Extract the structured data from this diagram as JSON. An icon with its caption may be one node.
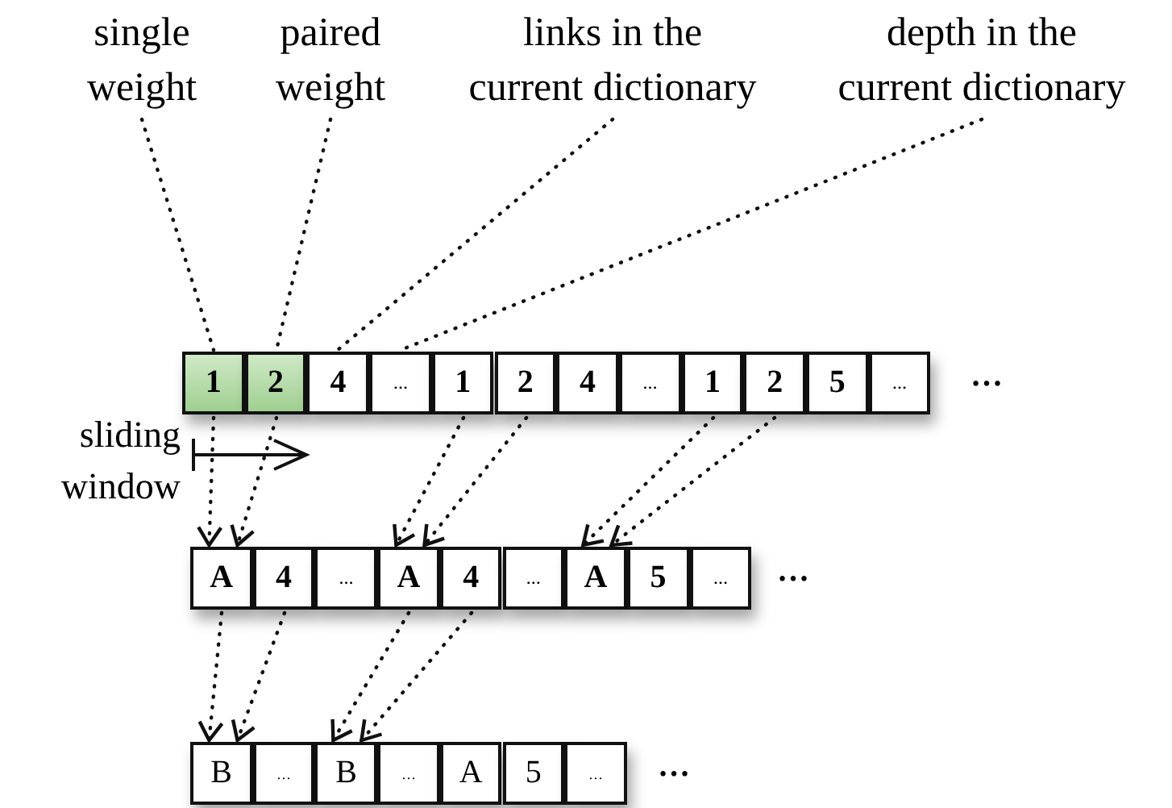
{
  "diagram": {
    "nodes": [
      {
        "text": [
          "single weight"
        ]
      },
      {
        "text": [
          "paired weight"
        ]
      },
      {
        "text": [
          "links in the current dictionary"
        ]
      },
      {
        "text": [
          "depth in the current dictionary"
        ]
      },
      {
        "text": [
          "1"
        ]
      },
      {
        "text": [
          "2"
        ]
      },
      {
        "text": [
          "4"
        ]
      },
      {
        "text": [
          "…"
        ]
      },
      {
        "text": [
          "1"
        ]
      },
      {
        "text": [
          "2"
        ]
      },
      {
        "text": [
          "4"
        ]
      },
      {
        "text": [
          "…"
        ]
      },
      {
        "text": [
          "1"
        ]
      },
      {
        "text": [
          "2"
        ]
      },
      {
        "text": [
          "5"
        ]
      },
      {
        "text": [
          "…"
        ]
      },
      {
        "text": [
          "A"
        ]
      },
      {
        "text": [
          "4"
        ]
      },
      {
        "text": [
          "…"
        ]
      },
      {
        "text": [
          "A"
        ]
      },
      {
        "text": [
          "4"
        ]
      },
      {
        "text": [
          "…"
        ]
      },
      {
        "text": [
          "A"
        ]
      },
      {
        "text": [
          "5"
        ]
      },
      {
        "text": [
          "…"
        ]
      },
      {
        "text": [
          "B"
        ]
      },
      {
        "text": [
          "…"
        ]
      },
      {
        "text": [
          "B"
        ]
      },
      {
        "text": [
          "…"
        ]
      },
      {
        "text": [
          "A"
        ]
      },
      {
        "text": [
          "5"
        ]
      },
      {
        "text": [
          "…"
        ]
      }
    ],
    "edges": [
      {
        "from": 0,
        "to": 4,
        "arrow": "none",
        "style": "dashed"
      },
      {
        "from": 1,
        "to": 5,
        "arrow": "none",
        "style": "dashed"
      },
      {
        "from": 2,
        "to": 6,
        "arrow": "none",
        "style": "dashed"
      },
      {
        "from": 3,
        "to": 7,
        "arrow": "none",
        "style": "dashed"
      },
      {
        "from": 4,
        "to": 16,
        "arrow": "to",
        "style": "dashed"
      },
      {
        "from": 5,
        "to": 16,
        "arrow": "to",
        "style": "dashed"
      },
      {
        "from": 8,
        "to": 19,
        "arrow": "to",
        "style": "dashed"
      },
      {
        "from": 9,
        "to": 19,
        "arrow": "to",
        "style": "dashed"
      },
      {
        "from": 12,
        "to": 22,
        "arrow": "to",
        "style": "dashed"
      },
      {
        "from": 13,
        "to": 22,
        "arrow": "to",
        "style": "dashed"
      },
      {
        "from": 16,
        "to": 25,
        "arrow": "to",
        "style": "dashed"
      },
      {
        "from": 17,
        "to": 25,
        "arrow": "to",
        "style": "dashed"
      },
      {
        "from": 19,
        "to": 27,
        "arrow": "to",
        "style": "dashed"
      },
      {
        "from": 20,
        "to": 27,
        "arrow": "to",
        "style": "dashed"
      }
    ],
    "labels": [
      "…",
      "sliding window",
      "…",
      "…"
    ]
  }
}
